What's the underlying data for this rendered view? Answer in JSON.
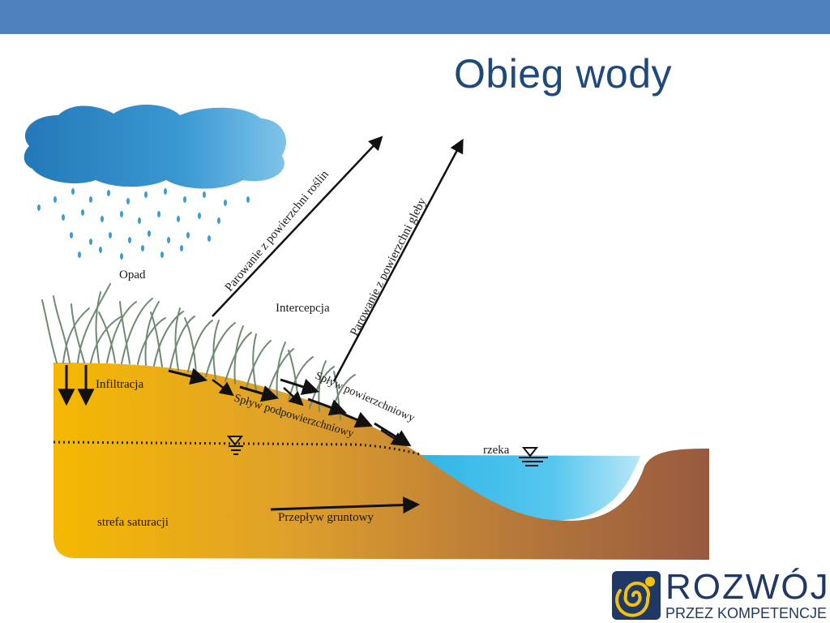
{
  "slide": {
    "title": "Obieg wody"
  },
  "diagram": {
    "labels": {
      "precipitation": "Opad",
      "plant_evaporation": "Parowanie z powierzchni roślin",
      "soil_evaporation": "Parowanie z powierzchni gleby",
      "interception": "Intercepcja",
      "infiltration": "Infiltracja",
      "surface_runoff": "Spływ powierzchniowy",
      "subsurface_runoff": "Spływ podpowierzchniowy",
      "river": "rzeka",
      "saturation_zone": "strefa saturacji",
      "groundwater_flow": "Przepływ gruntowy"
    }
  },
  "logo": {
    "word": "ROZWÓJ",
    "tagline": "PRZEZ KOMPETENCJE"
  },
  "colors": {
    "top_bar": "#4f81bd",
    "title": "#1f497d",
    "cloud": "#2f89c5",
    "rain": "#3f9ad6",
    "soil_light": "#f2b705",
    "soil_dark": "#9a5a3c",
    "water": "#4fc1e9",
    "logo_blue": "#1f3864",
    "logo_yellow": "#f4c20d"
  }
}
